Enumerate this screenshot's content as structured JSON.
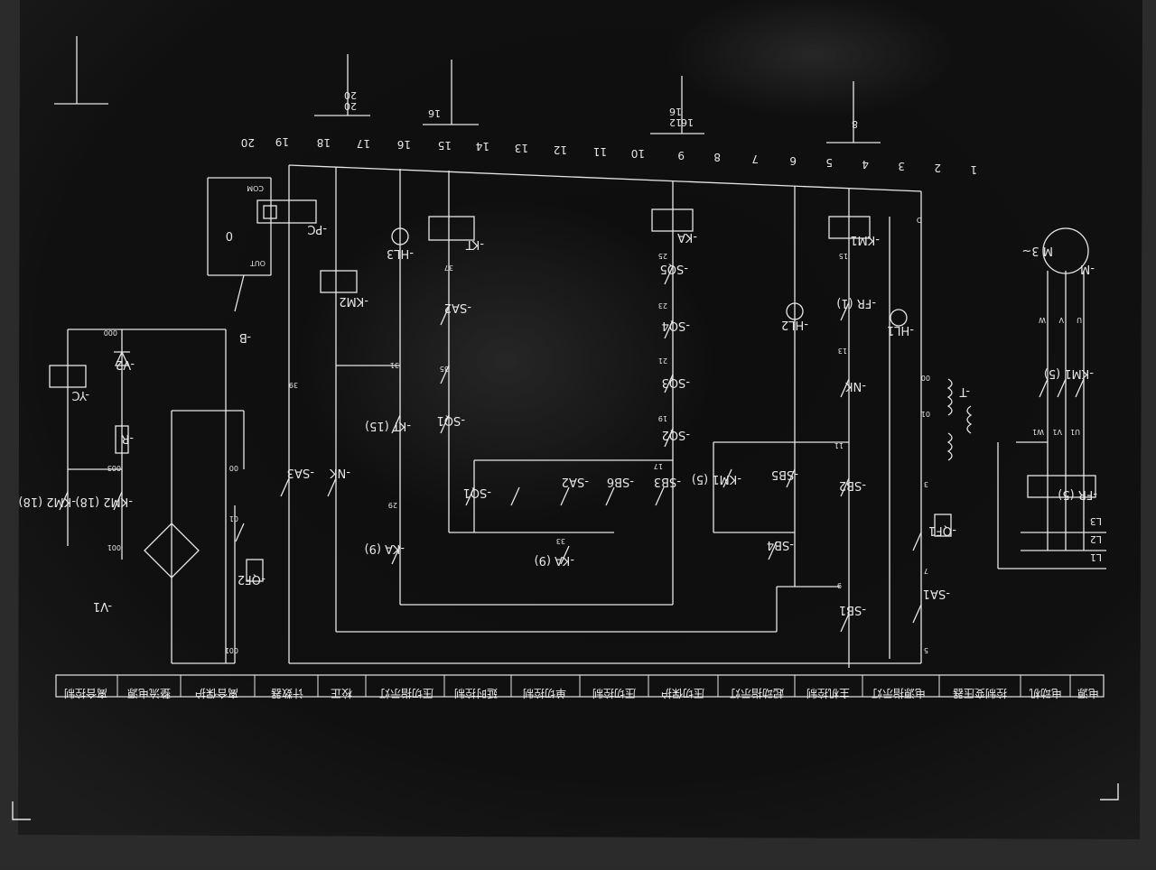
{
  "top_row_numbers": [
    "20",
    "19",
    "18",
    "17",
    "16",
    "15",
    "14",
    "13",
    "12",
    "11",
    "10",
    "9",
    "8",
    "7",
    "6",
    "5",
    "4",
    "3",
    "2",
    "1"
  ],
  "top_ref_marks": [
    "20",
    "20",
    "16",
    "16",
    "12",
    "16",
    "8"
  ],
  "bottom_labels": [
    "离合控制",
    "整流电源",
    "离合保护",
    "计数器",
    "校正",
    "压切指示灯",
    "延时控制",
    "单切控制",
    "压切控制",
    "压切保护",
    "起动指示灯",
    "主机控制",
    "电源指示灯",
    "控制变压器",
    "电动机",
    "电源"
  ],
  "components": {
    "pc": "-PC",
    "com": "COM",
    "out": "OUT",
    "zero": "0",
    "b": "-B",
    "km2": "-KM2",
    "hl3": "-HL3",
    "kt": "-KT",
    "sa2": "-SA2",
    "sq1_kt": "-KT (15)",
    "sq1": "-SQ1",
    "ka": "-KA",
    "sq5": "-SQ5",
    "sq4": "-SQ4",
    "sq3": "-SQ3",
    "sq2": "-SQ2",
    "km1": "-KM1",
    "fr1": "-FR (1)",
    "hl2": "-HL2",
    "hl1": "-HL1",
    "nk": "-NK",
    "t": "-T",
    "m": "-M",
    "motor": "M 3~",
    "km1_5": "-KM1 (5)",
    "fr_5": "-FR (5)",
    "qf1": "-QF1",
    "sa1": "-SA1",
    "sb1": "-SB1",
    "sb2": "-SB2",
    "sb4": "-SB4",
    "sb5": "-SB5",
    "km1b": "-KM1 (5)",
    "sb3": "-SB3",
    "sb6": "-SB6",
    "sa2b": "-SA2",
    "sq1b": "-SQ1",
    "ka9": "-KA (9)",
    "ka9b": "-KA (9)",
    "sa3": "-SA3",
    "nk2": "-NK",
    "qf2": "-QF2",
    "v1": "-V1",
    "v2": "-V2",
    "yc": "-YC",
    "r": "-R",
    "km2_18a": "-KM2 (18)",
    "km2_18b": "-KM2 (18)",
    "l1": "L1",
    "l2": "L2",
    "l3": "L3"
  },
  "wire_numbers": [
    "000",
    "003",
    "001",
    "00",
    "01",
    "001",
    "39",
    "29",
    "31",
    "35",
    "37",
    "33",
    "25",
    "23",
    "21",
    "19",
    "17",
    "15",
    "13",
    "11",
    "9",
    "7",
    "5",
    "3",
    "D",
    "00",
    "01",
    "W1",
    "V1",
    "U1",
    "W",
    "V",
    "U"
  ]
}
